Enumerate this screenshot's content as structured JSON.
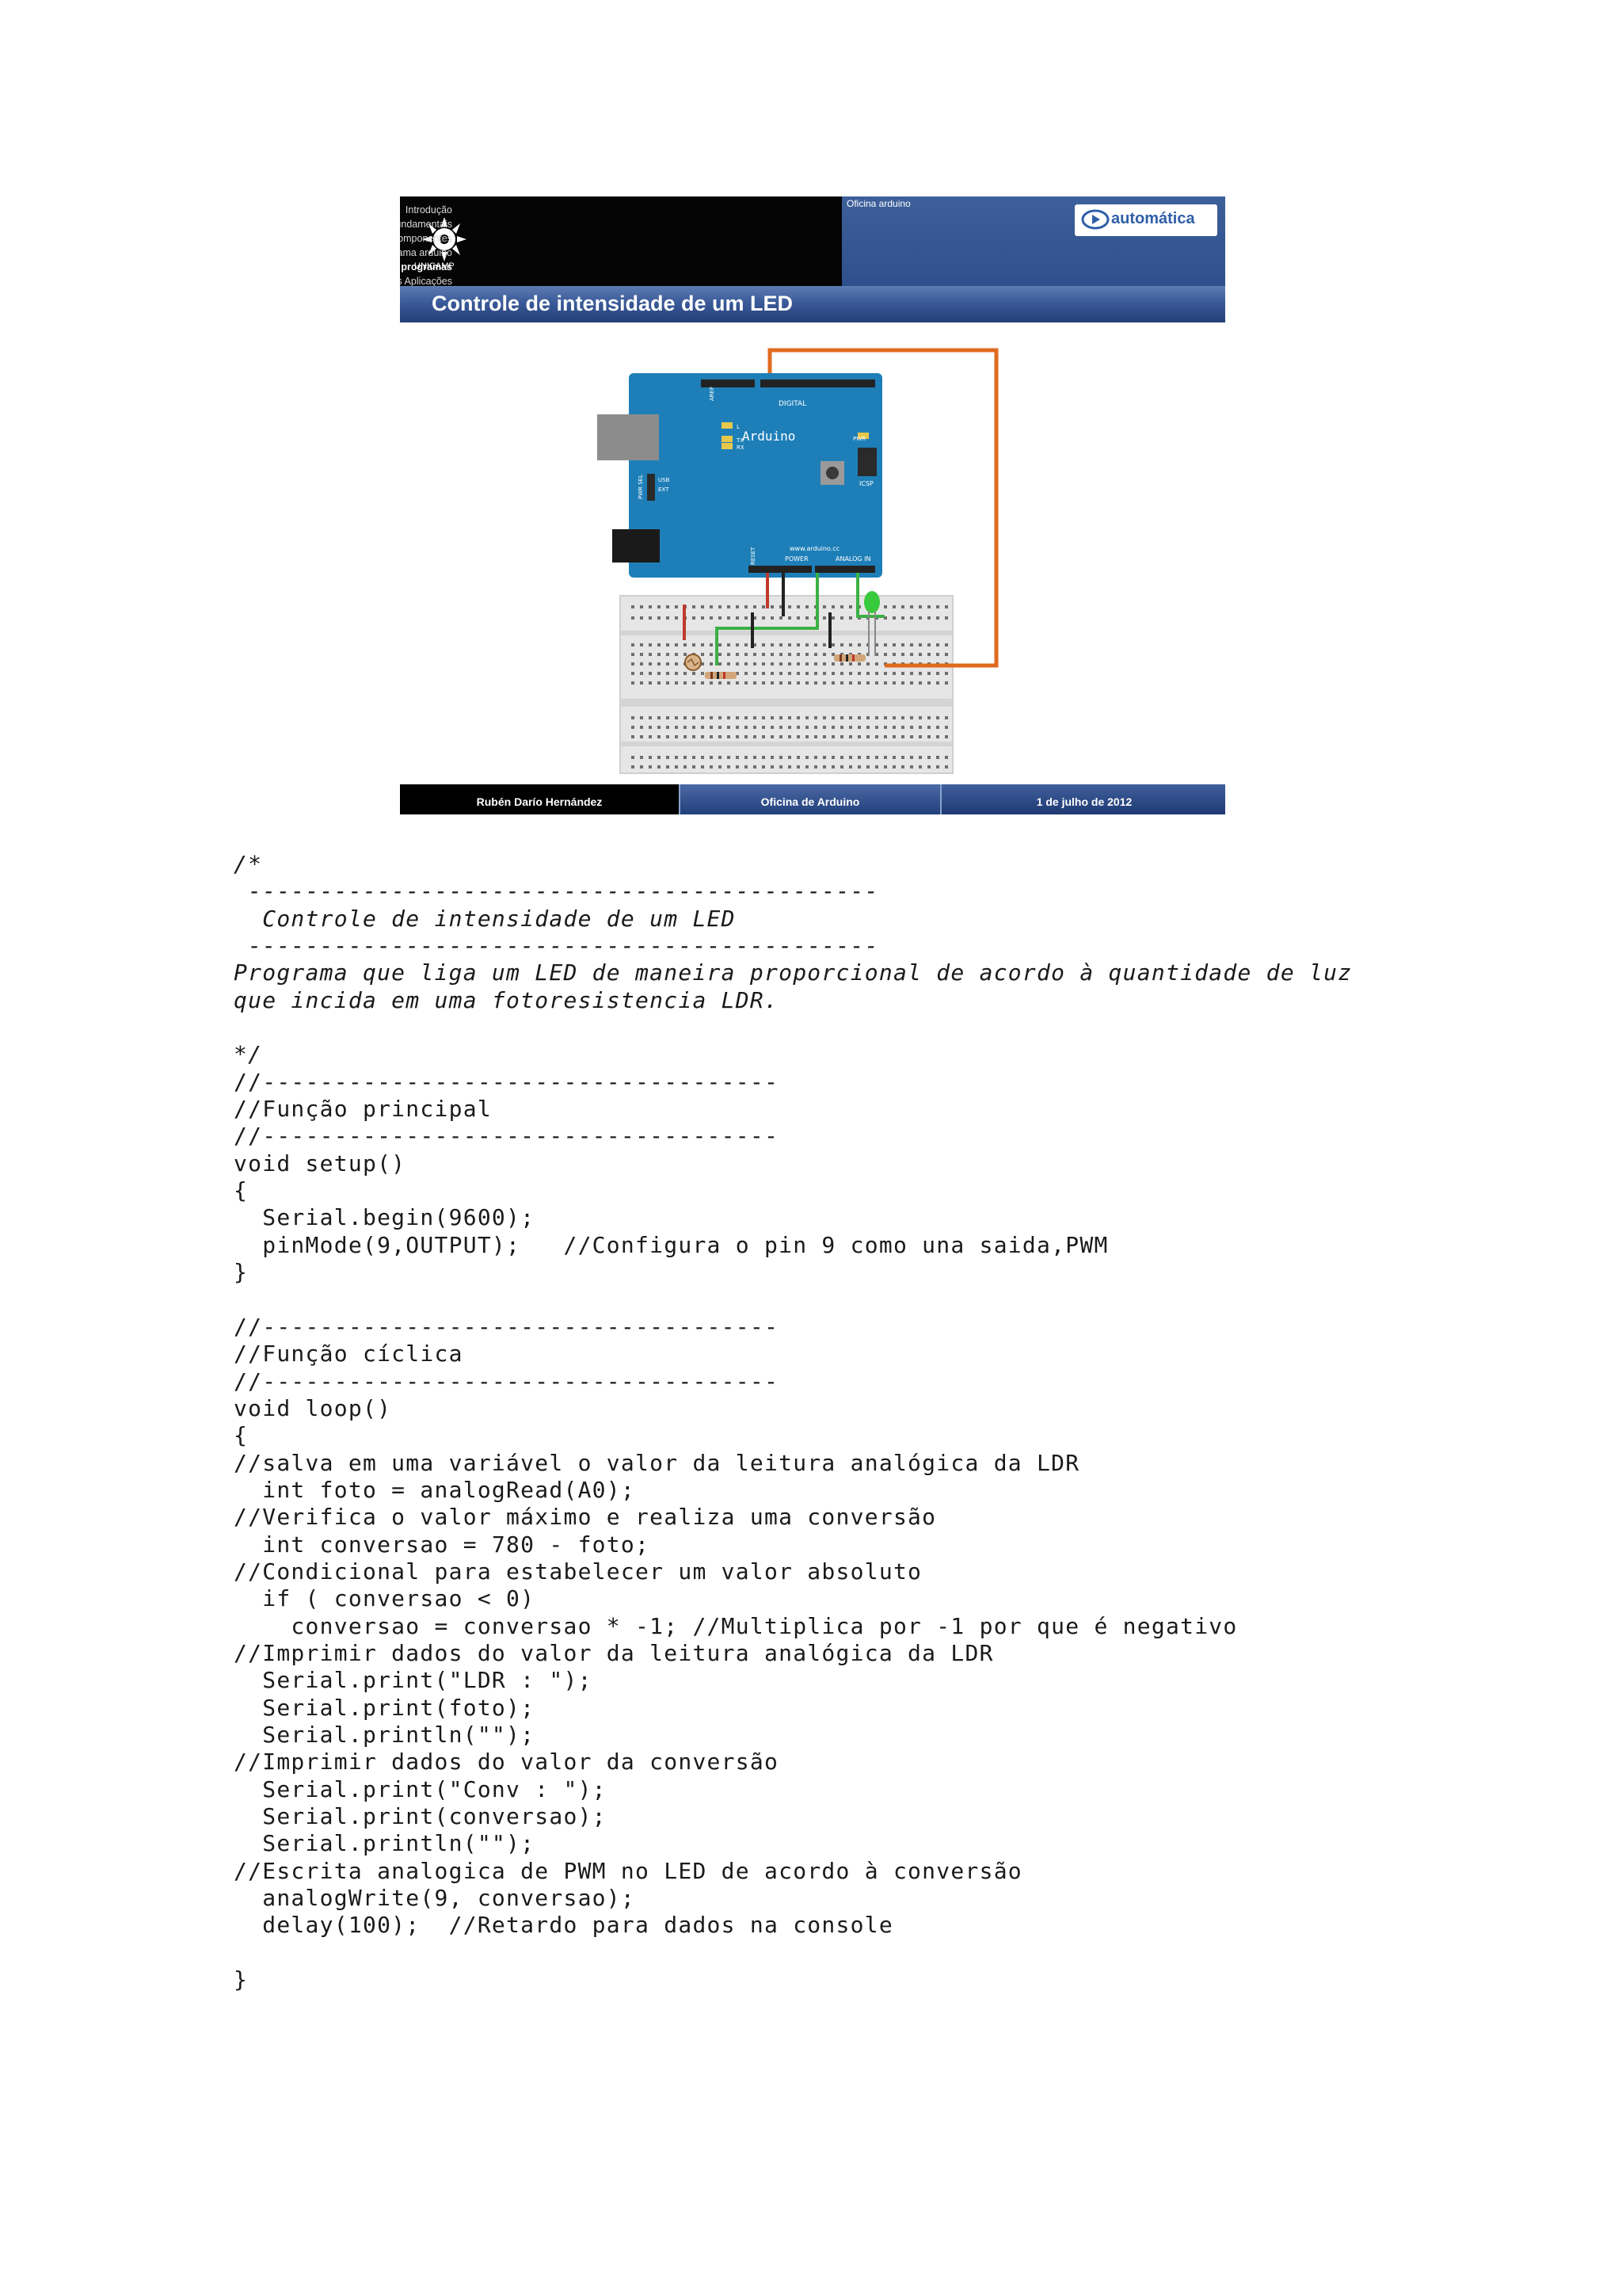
{
  "slide": {
    "logo_text": "UNICAMP",
    "menu": [
      {
        "label": "Introdução",
        "active": false
      },
      {
        "label": "Conceitos fundamentais",
        "active": false
      },
      {
        "label": "Descrição dos componentes",
        "active": false
      },
      {
        "label": "Apresentação do programa arduino",
        "active": false
      },
      {
        "label": "Desenvolvimento dos programas",
        "active": true
      },
      {
        "label": "Outras Aplicações",
        "active": false
      }
    ],
    "header_course": "Oficina arduino",
    "brand": "automática",
    "title": "Controle de intensidade de um LED",
    "board": {
      "name": "Arduino",
      "digital": "DIGITAL",
      "power": "POWER",
      "analog_in": "ANALOG IN",
      "site": "www.arduino.cc",
      "icsp": "ICSP",
      "pwr": "PWR",
      "aref": "AREF",
      "reset": "RESET",
      "usb": "USB",
      "ext": "EXT",
      "pwr_sel": "PWR SEL",
      "tx": "TX",
      "rx": "RX",
      "l": "L"
    },
    "footer": {
      "author": "Rubén Darío Hernández",
      "course": "Oficina de Arduino",
      "date": "1 de julho de 2012"
    },
    "colors": {
      "board": "#1e7fb8",
      "header_blue": "#2d4e8a",
      "wire_orange": "#e06a1e",
      "wire_green": "#3cb043",
      "led": "#39c93c"
    }
  },
  "code": {
    "lines": [
      {
        "text": "/*",
        "italic": true
      },
      {
        "text": " --------------------------------------------",
        "italic": true
      },
      {
        "text": "  Controle de intensidade de um LED",
        "italic": true
      },
      {
        "text": " --------------------------------------------",
        "italic": true
      },
      {
        "text": "Programa que liga um LED de maneira proporcional de acordo à quantidade de luz",
        "italic": true
      },
      {
        "text": "que incida em uma fotoresistencia LDR.",
        "italic": true
      },
      {
        "text": "",
        "italic": false
      },
      {
        "text": "*/",
        "italic": true
      },
      {
        "text": "//------------------------------------",
        "italic": false
      },
      {
        "text": "//Função principal",
        "italic": false
      },
      {
        "text": "//------------------------------------",
        "italic": false
      },
      {
        "text": "void setup()",
        "italic": false
      },
      {
        "text": "{",
        "italic": false
      },
      {
        "text": "  Serial.begin(9600);",
        "italic": false
      },
      {
        "text": "  pinMode(9,OUTPUT);   //Configura o pin 9 como una saida,PWM",
        "italic": false
      },
      {
        "text": "}",
        "italic": false
      },
      {
        "text": "",
        "italic": false
      },
      {
        "text": "//------------------------------------",
        "italic": false
      },
      {
        "text": "//Função cíclica",
        "italic": false
      },
      {
        "text": "//------------------------------------",
        "italic": false
      },
      {
        "text": "void loop()",
        "italic": false
      },
      {
        "text": "{",
        "italic": false
      },
      {
        "text": "//salva em uma variável o valor da leitura analógica da LDR",
        "italic": false
      },
      {
        "text": "  int foto = analogRead(A0);",
        "italic": false
      },
      {
        "text": "//Verifica o valor máximo e realiza uma conversão",
        "italic": false
      },
      {
        "text": "  int conversao = 780 - foto;",
        "italic": false
      },
      {
        "text": "//Condicional para estabelecer um valor absoluto",
        "italic": false
      },
      {
        "text": "  if ( conversao < 0)",
        "italic": false
      },
      {
        "text": "    conversao = conversao * -1; //Multiplica por -1 por que é negativo",
        "italic": false
      },
      {
        "text": "//Imprimir dados do valor da leitura analógica da LDR",
        "italic": false
      },
      {
        "text": "  Serial.print(\"LDR : \");",
        "italic": false
      },
      {
        "text": "  Serial.print(foto);",
        "italic": false
      },
      {
        "text": "  Serial.println(\"\");",
        "italic": false
      },
      {
        "text": "//Imprimir dados do valor da conversão",
        "italic": false
      },
      {
        "text": "  Serial.print(\"Conv : \");",
        "italic": false
      },
      {
        "text": "  Serial.print(conversao);",
        "italic": false
      },
      {
        "text": "  Serial.println(\"\");",
        "italic": false
      },
      {
        "text": "//Escrita analogica de PWM no LED de acordo à conversão",
        "italic": false
      },
      {
        "text": "  analogWrite(9, conversao);",
        "italic": false
      },
      {
        "text": "  delay(100);  //Retardo para dados na console",
        "italic": false
      },
      {
        "text": "",
        "italic": false
      },
      {
        "text": "}",
        "italic": false
      }
    ]
  }
}
